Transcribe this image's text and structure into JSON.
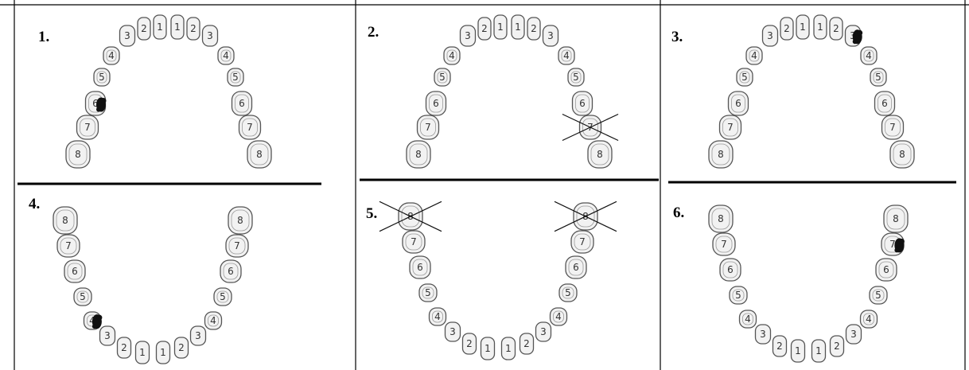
{
  "panels": [
    {
      "label": "1.",
      "arch": "upper",
      "teeth": {
        "left": [
          "1",
          "2",
          "3",
          "4",
          "5",
          "6",
          "7",
          "8"
        ],
        "right": [
          "1",
          "2",
          "3",
          "4",
          "5",
          "6",
          "7",
          "8"
        ]
      },
      "marks": [
        {
          "kind": "caries",
          "side": "left",
          "tooth": "6"
        }
      ]
    },
    {
      "label": "2.",
      "arch": "upper",
      "teeth": {
        "left": [
          "1",
          "2",
          "3",
          "4",
          "5",
          "6",
          "7",
          "8"
        ],
        "right": [
          "1",
          "2",
          "3",
          "4",
          "5",
          "6",
          "7",
          "8"
        ]
      },
      "marks": [
        {
          "kind": "missing",
          "side": "right",
          "tooth": "7"
        }
      ]
    },
    {
      "label": "3.",
      "arch": "upper",
      "teeth": {
        "left": [
          "1",
          "2",
          "3",
          "4",
          "5",
          "6",
          "7",
          "8"
        ],
        "right": [
          "1",
          "2",
          "3",
          "4",
          "5",
          "6",
          "7",
          "8"
        ]
      },
      "marks": [
        {
          "kind": "caries",
          "side": "right",
          "tooth": "3"
        }
      ]
    },
    {
      "label": "4.",
      "arch": "lower",
      "teeth": {
        "left": [
          "1",
          "2",
          "3",
          "4",
          "5",
          "6",
          "7",
          "8"
        ],
        "right": [
          "1",
          "2",
          "3",
          "4",
          "5",
          "6",
          "7",
          "8"
        ]
      },
      "marks": [
        {
          "kind": "caries",
          "side": "left",
          "tooth": "4"
        }
      ]
    },
    {
      "label": "5.",
      "arch": "lower",
      "teeth": {
        "left": [
          "1",
          "2",
          "3",
          "4",
          "5",
          "6",
          "7",
          "8"
        ],
        "right": [
          "1",
          "2",
          "3",
          "4",
          "5",
          "6",
          "7",
          "8"
        ]
      },
      "marks": [
        {
          "kind": "missing",
          "side": "left",
          "tooth": "8"
        },
        {
          "kind": "missing",
          "side": "right",
          "tooth": "8"
        }
      ]
    },
    {
      "label": "6.",
      "arch": "lower",
      "teeth": {
        "left": [
          "1",
          "2",
          "3",
          "4",
          "5",
          "6",
          "7",
          "8"
        ],
        "right": [
          "1",
          "2",
          "3",
          "4",
          "5",
          "6",
          "7",
          "8"
        ]
      },
      "marks": [
        {
          "kind": "caries",
          "side": "right",
          "tooth": "7"
        }
      ]
    }
  ],
  "colors": {
    "border": "#000000",
    "tooth_fill": "#f2f2f2",
    "tooth_stroke": "#555555",
    "mark": "#111111"
  }
}
